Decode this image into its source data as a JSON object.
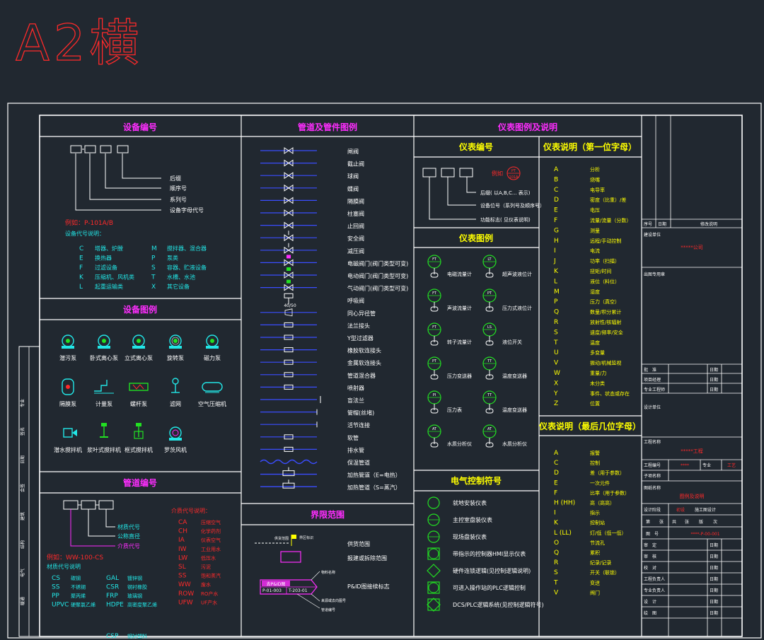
{
  "sheet": {
    "size_label": "A2横"
  },
  "colors": {
    "background": "#212830",
    "frame": "#ffffff",
    "title_magenta": "#ff2dff",
    "title_yellow": "#ffff00",
    "text_cyan": "#22e6e6",
    "text_white": "#ffffff",
    "text_red": "#ff2a2a",
    "pipe_blue": "#3a4dff",
    "symbol_green": "#22e022"
  },
  "equipment_numbering": {
    "title": "设备编号",
    "code_labels": [
      "后缀",
      "顺序号",
      "系列号",
      "设备字母代号"
    ],
    "example": "例如：P-101A/B",
    "codes_title": "设备代号说明：",
    "codes": [
      {
        "code": "C",
        "desc": "塔器、炉膛"
      },
      {
        "code": "E",
        "desc": "换热器"
      },
      {
        "code": "F",
        "desc": "过滤设备"
      },
      {
        "code": "K",
        "desc": "压缩机、风机类"
      },
      {
        "code": "L",
        "desc": "起重运输类"
      },
      {
        "code": "M",
        "desc": "搅拌器、混合器"
      },
      {
        "code": "P",
        "desc": "泵类"
      },
      {
        "code": "S",
        "desc": "容器、贮液设备"
      },
      {
        "code": "T",
        "desc": "水槽、水池"
      },
      {
        "code": "X",
        "desc": "其它设备"
      }
    ]
  },
  "equipment_legend": {
    "title": "设备图例",
    "items": [
      "潜污泵",
      "卧式离心泵",
      "立式离心泵",
      "旋转泵",
      "磁力泵",
      "隔膜泵",
      "计量泵",
      "螺杆泵",
      "滤网",
      "空气压缩机",
      "潜水搅拌机",
      "浆叶式搅拌机",
      "框式搅拌机",
      "罗茨风机"
    ]
  },
  "pipe_numbering": {
    "title": "管道编号",
    "code_labels": [
      "材质代号",
      "公称直径",
      "介质代号"
    ],
    "example": "例如：WW-100-CS",
    "material_title": "材质代号说明",
    "materials": [
      {
        "code": "CS",
        "desc": "碳钢"
      },
      {
        "code": "SS",
        "desc": "不锈钢"
      },
      {
        "code": "PP",
        "desc": "聚丙烯"
      },
      {
        "code": "UPVC",
        "desc": "硬聚氯乙烯"
      },
      {
        "code": "GAL",
        "desc": "镀锌钢"
      },
      {
        "code": "CSR",
        "desc": "钢衬橡胶"
      },
      {
        "code": "FRP",
        "desc": "玻璃钢"
      },
      {
        "code": "HDPE",
        "desc": "高密度聚乙烯"
      },
      {
        "code": "CSP",
        "desc": "钢衬塑料"
      }
    ],
    "medium_title": "介质代号说明：",
    "media": [
      {
        "code": "CA",
        "desc": "压缩空气"
      },
      {
        "code": "CH",
        "desc": "化学药剂"
      },
      {
        "code": "IA",
        "desc": "仪表空气"
      },
      {
        "code": "IW",
        "desc": "工业用水"
      },
      {
        "code": "LW",
        "desc": "低压水"
      },
      {
        "code": "SL",
        "desc": "污泥"
      },
      {
        "code": "SS",
        "desc": "饱和蒸汽"
      },
      {
        "code": "WW",
        "desc": "废水"
      },
      {
        "code": "ROW",
        "desc": "RO产水"
      },
      {
        "code": "UFW",
        "desc": "UF产水"
      }
    ]
  },
  "pipe_fittings": {
    "title": "管道及管件图例",
    "items": [
      "闸阀",
      "截止阀",
      "球阀",
      "蝶阀",
      "隔膜阀",
      "柱塞阀",
      "止回阀",
      "安全阀",
      "减压阀",
      "电磁阀门(阀门类型可变)",
      "电动阀门(阀门类型可变)",
      "气动阀门(阀门类型可变)",
      "呼吸阀",
      "同心异径管",
      "法兰接头",
      "Y型过滤器",
      "橡胶软连接头",
      "金属软连接头",
      "管道混合器",
      "喷射器",
      "盲法兰",
      "管帽(丝堵)",
      "活节连接",
      "软管",
      "排水管",
      "保温管道",
      "加热管道（E=电热）",
      "加热管道（S=蒸汽）"
    ],
    "reducer_label": "40/50"
  },
  "scope": {
    "title": "界限范围",
    "items": [
      "供货范围",
      "报建或拆除范围",
      "P&ID图接续标志"
    ],
    "left_tag": "供货范围",
    "right_tag": "界区标识",
    "callouts": [
      "物料名称",
      "来源或去向图号",
      "管道编号"
    ],
    "connector_top": "去P&ID图",
    "connector_left": "P-01-003",
    "connector_right": "T-203-01"
  },
  "instrument_legend": {
    "title": "仪表图例及说明",
    "numbering_title": "仪表编号",
    "numbering_labels": [
      "后缀( 以A,B,C... 表示)",
      "设备位号（系列号及顺序号）",
      "功能标志( 见仪表说明)"
    ],
    "example_label": "例如",
    "sample_tag": {
      "top": "PT",
      "bottom": "101A"
    },
    "symbols_title": "仪表图例",
    "symbols": [
      {
        "tag": "FT",
        "label": "电磁流量计"
      },
      {
        "tag": "LT",
        "label": "超声波液位计"
      },
      {
        "tag": "FT",
        "label": "声波流量计"
      },
      {
        "tag": "PT",
        "label": "压力式液位计"
      },
      {
        "tag": "FT",
        "label": "转子流量计"
      },
      {
        "tag": "LS",
        "label": "液位开关"
      },
      {
        "tag": "PT",
        "label": "压力变送器"
      },
      {
        "tag": "TT",
        "label": "温度变送器"
      },
      {
        "tag": "PI",
        "label": "压力表"
      },
      {
        "tag": "TT",
        "label": "温度变送器"
      },
      {
        "tag": "AT",
        "label": "水质分析仪"
      },
      {
        "tag": "AT",
        "label": "水质分析仪"
      }
    ],
    "electrical_title": "电气控制符号",
    "electrical": [
      "就地安装仪表",
      "主控室盘装仪表",
      "现场盘装仪表",
      "带指示的控制器HMI显示仪表",
      "硬件连锁逻辑(见控制逻辑说明)",
      "可进入操作站的PLC逻辑控制",
      "DCS/PLC逻辑系统(见控制逻辑符号)"
    ]
  },
  "first_letter": {
    "title": "仪表说明（第一位字母）",
    "rows": [
      {
        "code": "A",
        "desc": "分析"
      },
      {
        "code": "B",
        "desc": "烧嘴"
      },
      {
        "code": "C",
        "desc": "电导率"
      },
      {
        "code": "D",
        "desc": "密度（比重）/差"
      },
      {
        "code": "E",
        "desc": "电压"
      },
      {
        "code": "F",
        "desc": "流量/流量（分数）"
      },
      {
        "code": "G",
        "desc": "测量"
      },
      {
        "code": "H",
        "desc": "远程/手动控制"
      },
      {
        "code": "I",
        "desc": "电流"
      },
      {
        "code": "J",
        "desc": "功率（扫描）"
      },
      {
        "code": "K",
        "desc": "扭矩/时间"
      },
      {
        "code": "L",
        "desc": "液位（料位）"
      },
      {
        "code": "M",
        "desc": "湿度"
      },
      {
        "code": "P",
        "desc": "压力（真空）"
      },
      {
        "code": "Q",
        "desc": "数量/积分累计"
      },
      {
        "code": "R",
        "desc": "放射性/核辐射"
      },
      {
        "code": "S",
        "desc": "速度/频率/安全"
      },
      {
        "code": "T",
        "desc": "温度"
      },
      {
        "code": "U",
        "desc": "多变量"
      },
      {
        "code": "V",
        "desc": "振动/机械监视"
      },
      {
        "code": "W",
        "desc": "重量/力"
      },
      {
        "code": "X",
        "desc": "未分类"
      },
      {
        "code": "Y",
        "desc": "事件、状态或存在"
      },
      {
        "code": "Z",
        "desc": "位置"
      }
    ]
  },
  "last_letter": {
    "title": "仪表说明（最后几位字母）",
    "rows": [
      {
        "code": "A",
        "desc": "报警"
      },
      {
        "code": "C",
        "desc": "控制"
      },
      {
        "code": "D",
        "desc": "差（用于参数）"
      },
      {
        "code": "E",
        "desc": "一次元件"
      },
      {
        "code": "F",
        "desc": "比率（用于参数）"
      },
      {
        "code": "H (HH)",
        "desc": "高（高高）"
      },
      {
        "code": "I",
        "desc": "指示"
      },
      {
        "code": "K",
        "desc": "控制站"
      },
      {
        "code": "L (LL)",
        "desc": "灯/低（低一低）"
      },
      {
        "code": "O",
        "desc": "节流孔"
      },
      {
        "code": "Q",
        "desc": "累积"
      },
      {
        "code": "R",
        "desc": "纪录/记录"
      },
      {
        "code": "S",
        "desc": "开关（联锁）"
      },
      {
        "code": "T",
        "desc": "变送"
      },
      {
        "code": "V",
        "desc": "阀门"
      }
    ]
  },
  "title_block": {
    "revision_headers": [
      "序号",
      "日期",
      "修改说明"
    ],
    "owner_label": "建设单位",
    "owner_value": "*****公司",
    "stamp_label": "出图专用章",
    "approvals": [
      {
        "label": "批　准",
        "date": "日期"
      },
      {
        "label": "项目经理",
        "date": "日期"
      },
      {
        "label": "专业工程师",
        "date": "日期"
      }
    ],
    "design_unit_label": "设计单位",
    "project_name_label": "工程名称",
    "project_name_value": "*****工程",
    "project_no_label": "工程编号",
    "project_no_value": "****",
    "discipline_label": "专业",
    "discipline_value": "工艺",
    "subitem_label": "子项名称",
    "drawing_name_label": "图纸名称",
    "drawing_name_value": "图例及说明",
    "stage_label": "设计阶段",
    "stage_value": "初设",
    "stage_value2": "施工图设计",
    "sheet_label": "第",
    "sheet_unit": "张",
    "total_label": "共",
    "total_unit": "张",
    "version_label": "版",
    "version_value": "次",
    "drawing_no_label": "图　号",
    "drawing_no_value": "****-P-00-001",
    "signatures": [
      {
        "label": "审　定",
        "date": "日期"
      },
      {
        "label": "审　核",
        "date": "日期"
      },
      {
        "label": "校　对",
        "date": "日期"
      },
      {
        "label": "工程负责人",
        "date": "日期"
      },
      {
        "label": "专业负责人",
        "date": "日期"
      },
      {
        "label": "设　计",
        "date": "日期"
      },
      {
        "label": "绘　图",
        "date": "日期"
      }
    ]
  },
  "left_strip": {
    "labels": [
      "专业",
      "签名",
      "日期",
      "会签",
      "建筑",
      "结构",
      "电气",
      "暖通"
    ]
  }
}
